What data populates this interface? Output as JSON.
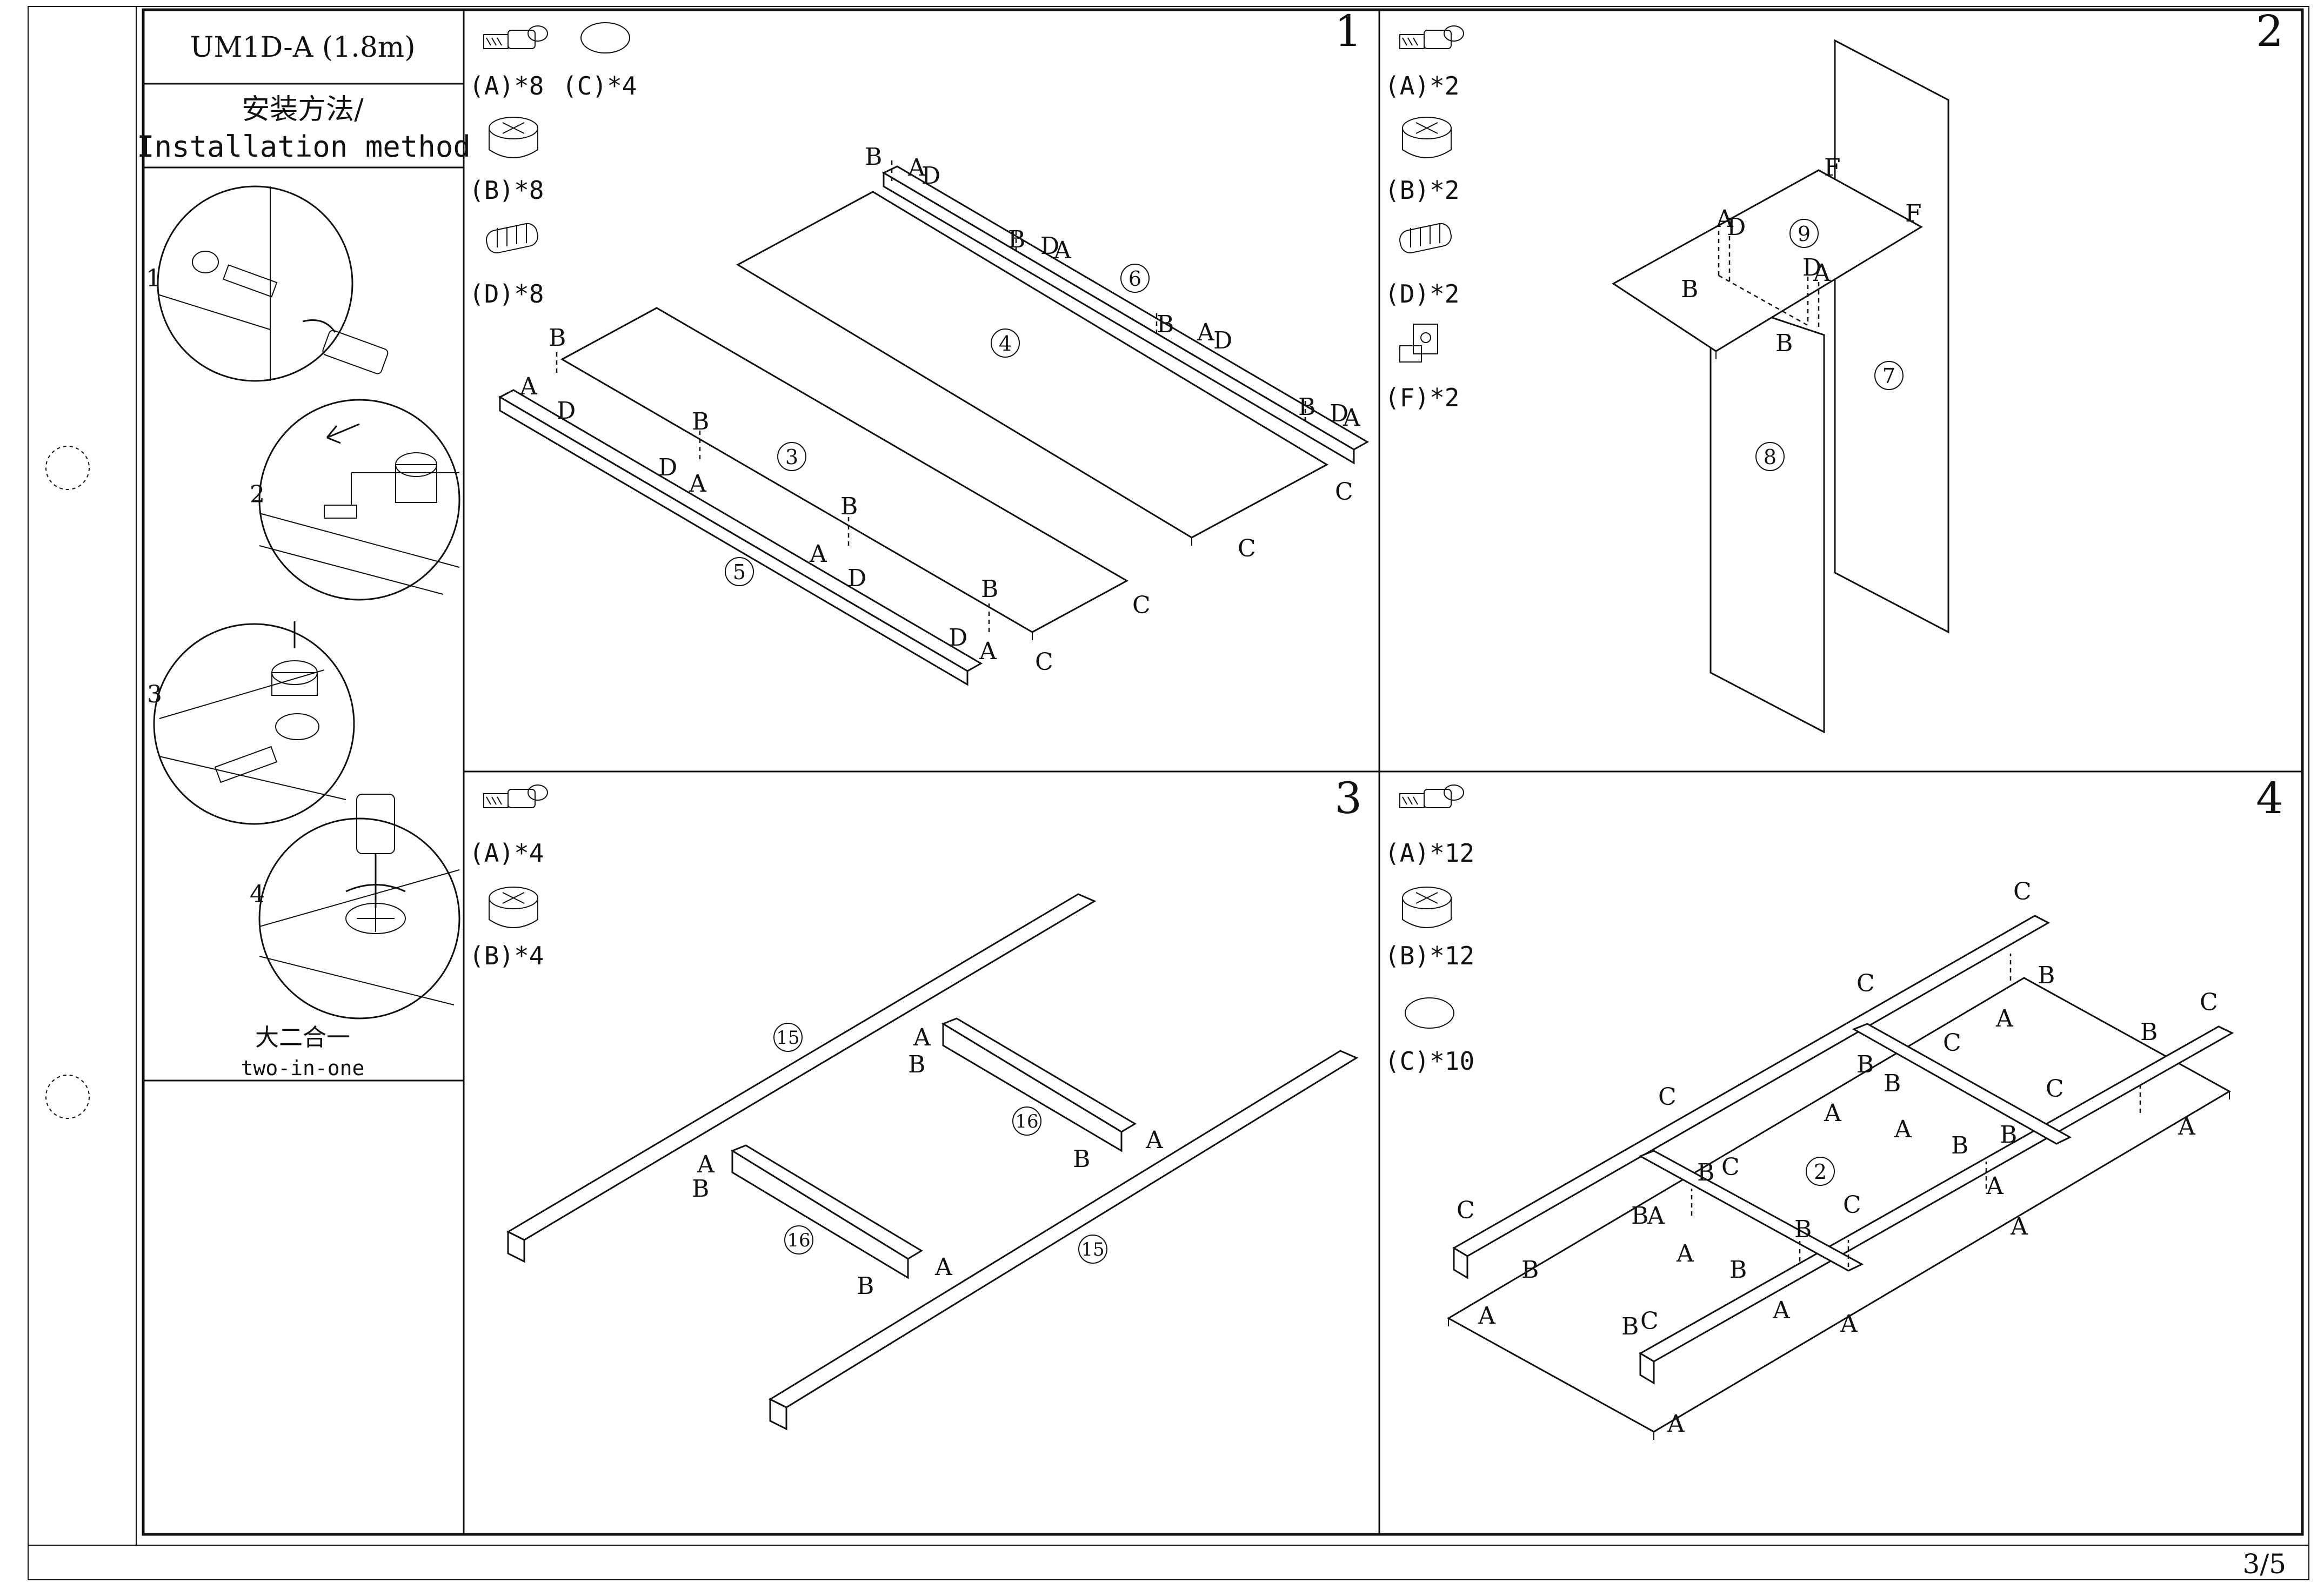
{
  "header": {
    "model": "UM1D-A (1.8m)",
    "method_cn": "安装方法/",
    "method_en": "Installation method",
    "page": "3/5"
  },
  "sidebar_steps": [
    {
      "num": "1"
    },
    {
      "num": "2"
    },
    {
      "num": "3"
    },
    {
      "num": "4"
    }
  ],
  "sidebar_caption": {
    "cn": "大二合一",
    "en": "two-in-one"
  },
  "steps": [
    {
      "num": "1",
      "hardware": [
        "(A)*8",
        "(C)*4",
        "(B)*8",
        "(D)*8"
      ],
      "parts": [
        "3",
        "4",
        "5",
        "6"
      ],
      "labels": [
        "A",
        "B",
        "C",
        "D"
      ]
    },
    {
      "num": "2",
      "hardware": [
        "(A)*2",
        "(B)*2",
        "(D)*2",
        "(F)*2"
      ],
      "parts": [
        "7",
        "8",
        "9"
      ],
      "labels": [
        "A",
        "B",
        "D",
        "F"
      ]
    },
    {
      "num": "3",
      "hardware": [
        "(A)*4",
        "(B)*4"
      ],
      "parts": [
        "15",
        "16"
      ],
      "labels": [
        "A",
        "B"
      ]
    },
    {
      "num": "4",
      "hardware": [
        "(A)*12",
        "(B)*12",
        "(C)*10"
      ],
      "parts": [
        "2"
      ],
      "labels": [
        "A",
        "B",
        "C"
      ]
    }
  ]
}
